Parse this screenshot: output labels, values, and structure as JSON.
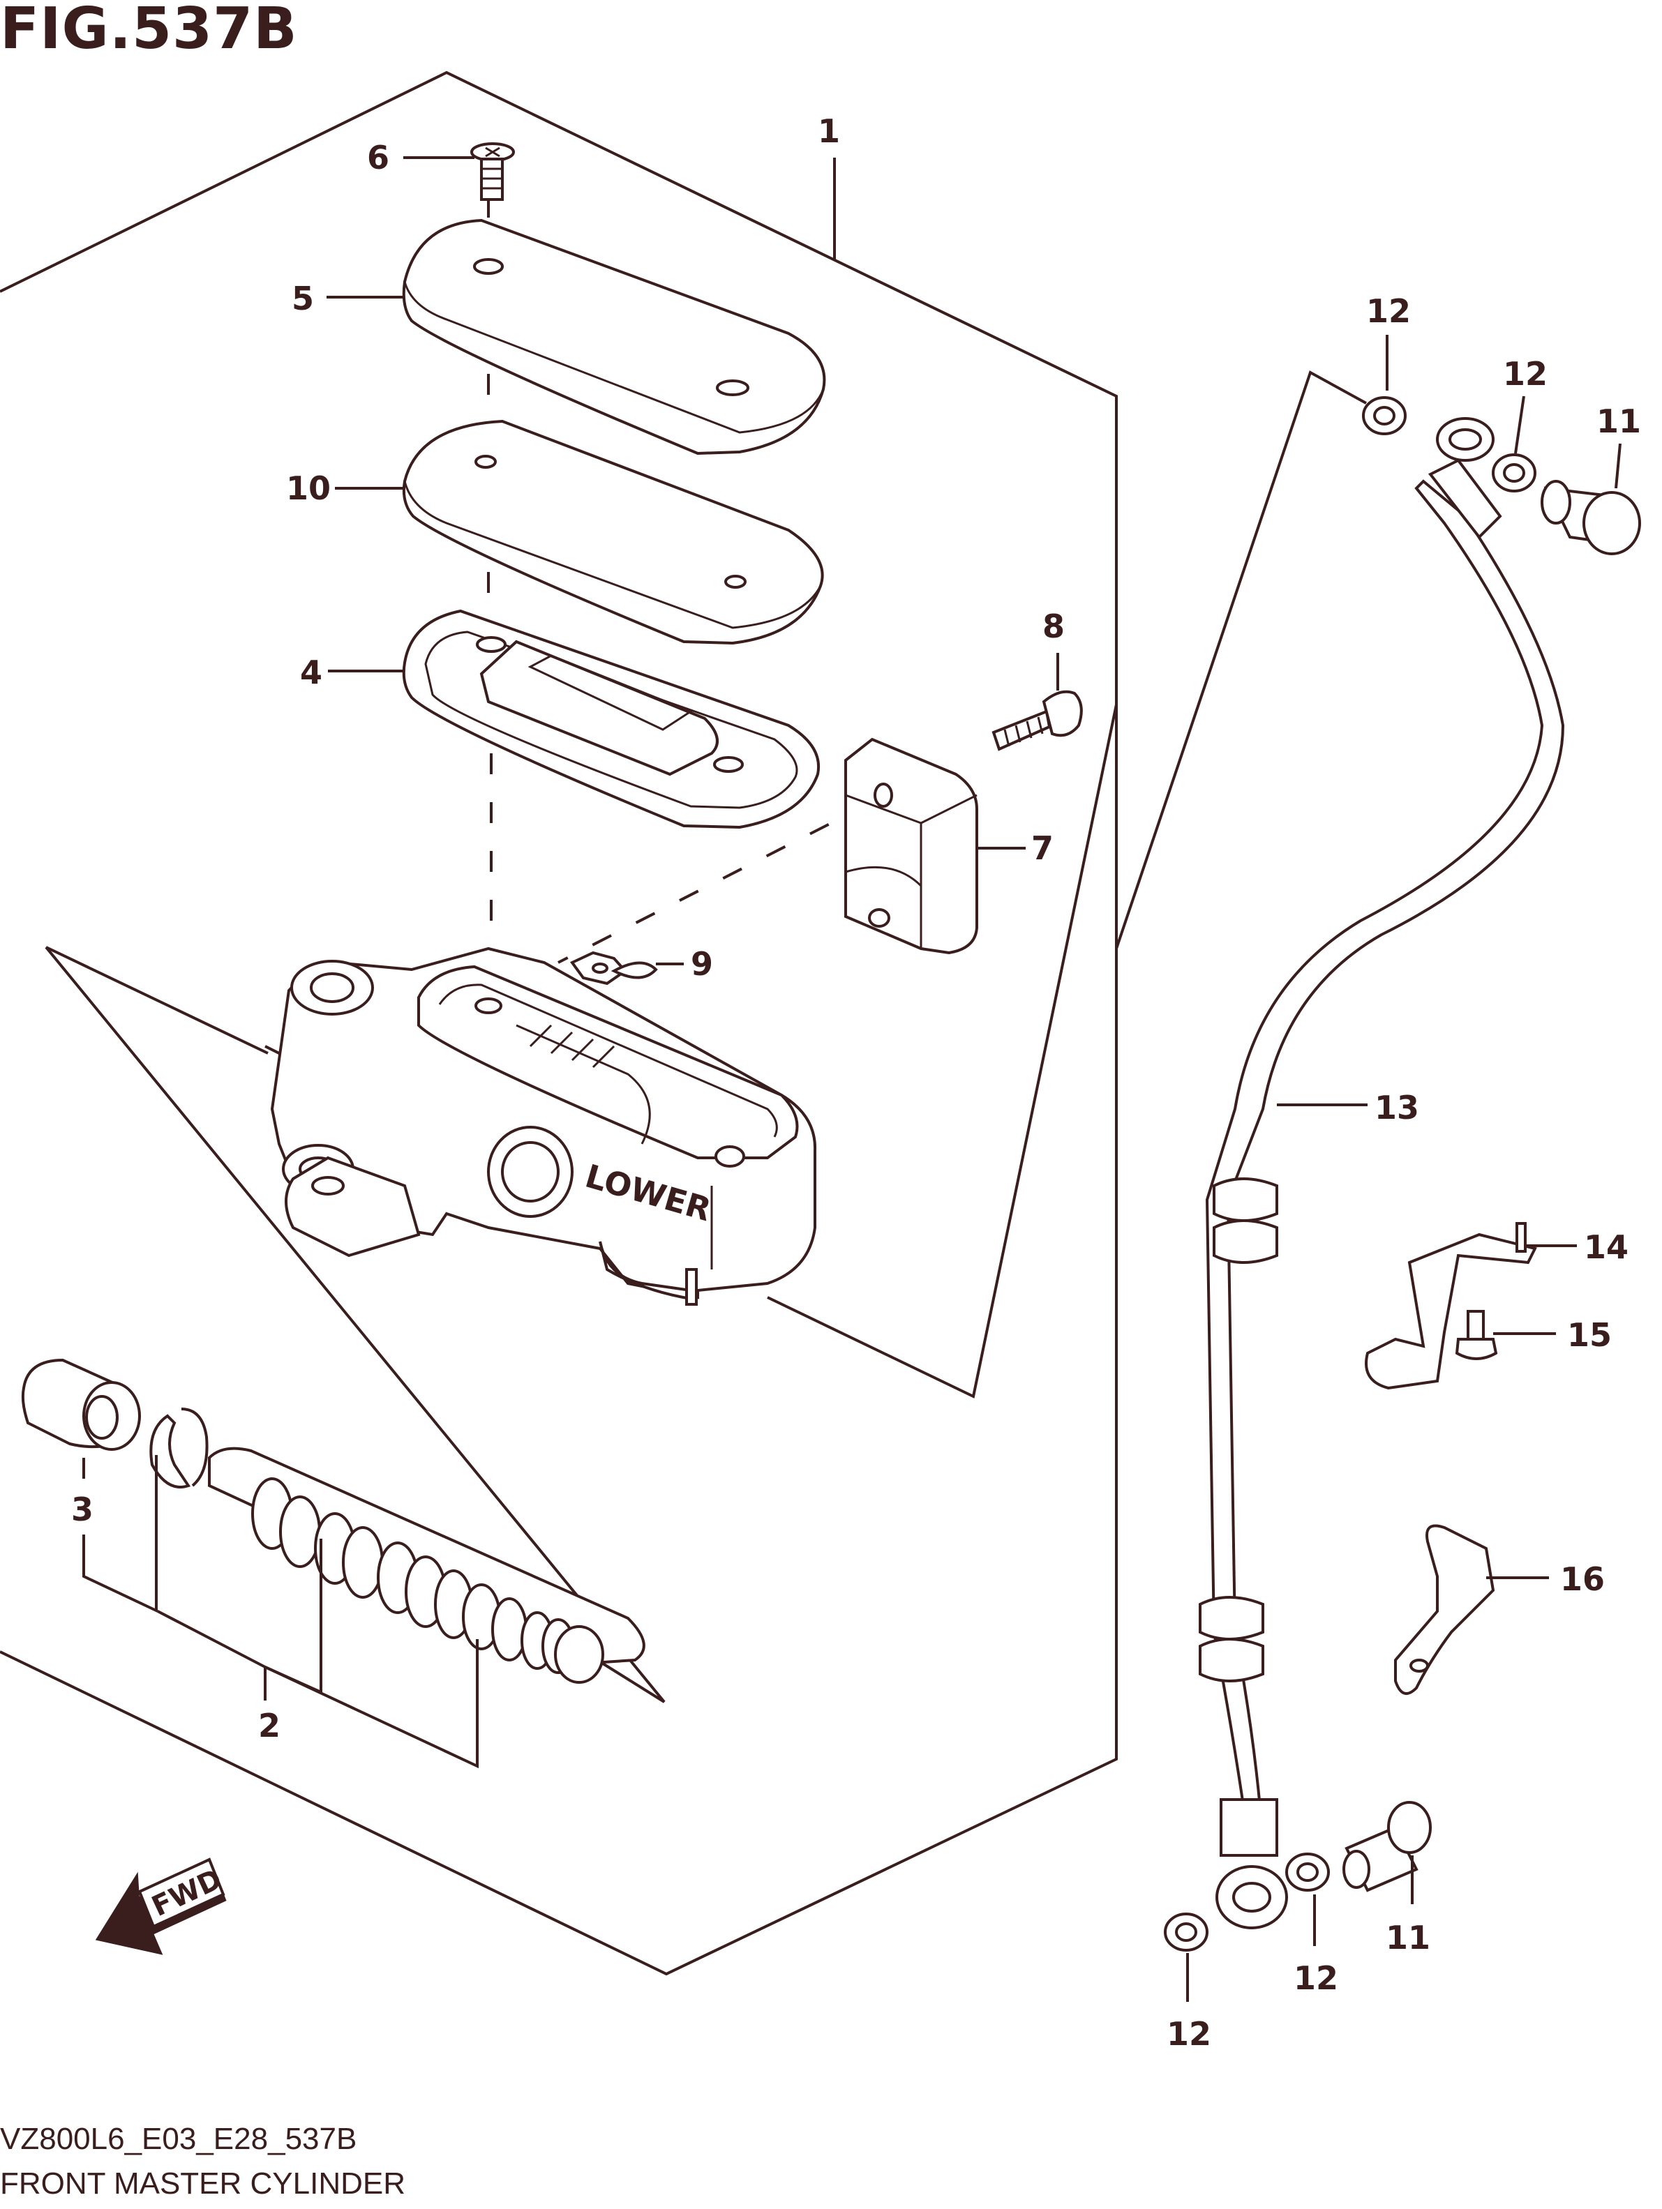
{
  "figure": {
    "title": "FIG.537B",
    "code": "VZ800L6_E03_E28_537B",
    "name": "FRONT MASTER CYLINDER"
  },
  "direction_arrow": {
    "label": "FWD"
  },
  "callouts": {
    "c1": "1",
    "c2": "2",
    "c3": "3",
    "c4": "4",
    "c5": "5",
    "c6": "6",
    "c7": "7",
    "c8": "8",
    "c9": "9",
    "c10": "10",
    "c11a": "11",
    "c11b": "11",
    "c12a": "12",
    "c12b": "12",
    "c12c": "12",
    "c12d": "12",
    "c13": "13",
    "c14": "14",
    "c15": "15",
    "c16": "16"
  },
  "part_labels": {
    "lower_marking": "LOWER"
  },
  "colors": {
    "ink": "#3a1e1e",
    "background": "#ffffff"
  }
}
